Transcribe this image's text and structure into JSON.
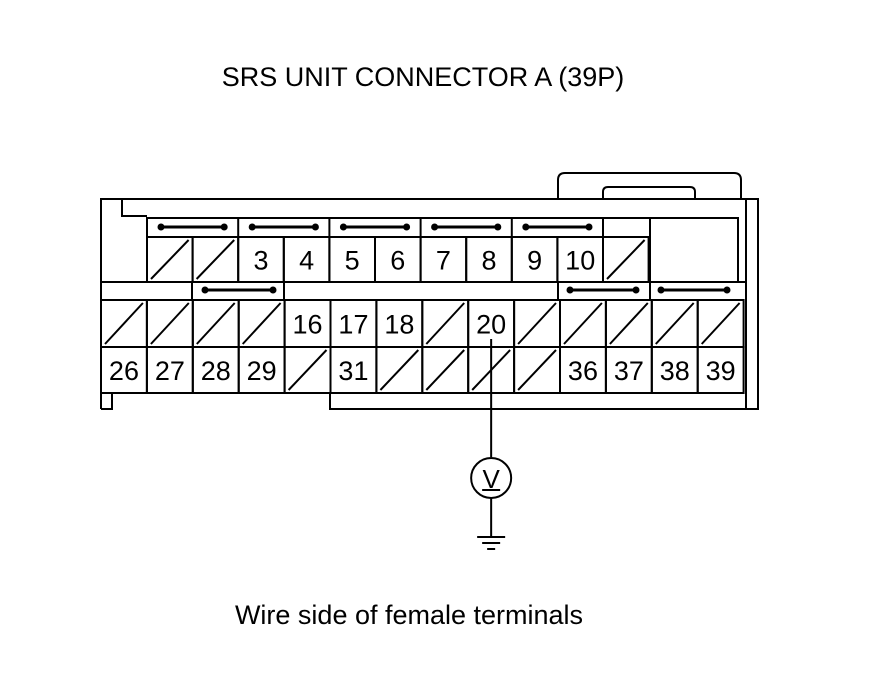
{
  "title": "SRS UNIT CONNECTOR A (39P)",
  "caption": "Wire side of female terminals",
  "meter_symbol": "V",
  "connector": {
    "rows": [
      [
        {
          "type": "slash"
        },
        {
          "type": "slash"
        },
        {
          "type": "pin",
          "label": "3"
        },
        {
          "type": "pin",
          "label": "4"
        },
        {
          "type": "pin",
          "label": "5"
        },
        {
          "type": "pin",
          "label": "6"
        },
        {
          "type": "pin",
          "label": "7"
        },
        {
          "type": "pin",
          "label": "8"
        },
        {
          "type": "pin",
          "label": "9"
        },
        {
          "type": "pin",
          "label": "10"
        },
        {
          "type": "slash"
        }
      ],
      [
        {
          "type": "slash"
        },
        {
          "type": "slash"
        },
        {
          "type": "slash"
        },
        {
          "type": "slash"
        },
        {
          "type": "pin",
          "label": "16"
        },
        {
          "type": "pin",
          "label": "17"
        },
        {
          "type": "pin",
          "label": "18"
        },
        {
          "type": "slash"
        },
        {
          "type": "pin",
          "label": "20"
        },
        {
          "type": "slash"
        },
        {
          "type": "slash"
        },
        {
          "type": "slash"
        },
        {
          "type": "slash"
        },
        {
          "type": "slash"
        }
      ],
      [
        {
          "type": "pin",
          "label": "26"
        },
        {
          "type": "pin",
          "label": "27"
        },
        {
          "type": "pin",
          "label": "28"
        },
        {
          "type": "pin",
          "label": "29"
        },
        {
          "type": "slash"
        },
        {
          "type": "pin",
          "label": "31"
        },
        {
          "type": "slash"
        },
        {
          "type": "slash"
        },
        {
          "type": "slash"
        },
        {
          "type": "slash"
        },
        {
          "type": "pin",
          "label": "36"
        },
        {
          "type": "pin",
          "label": "37"
        },
        {
          "type": "pin",
          "label": "38"
        },
        {
          "type": "pin",
          "label": "39"
        }
      ]
    ]
  }
}
